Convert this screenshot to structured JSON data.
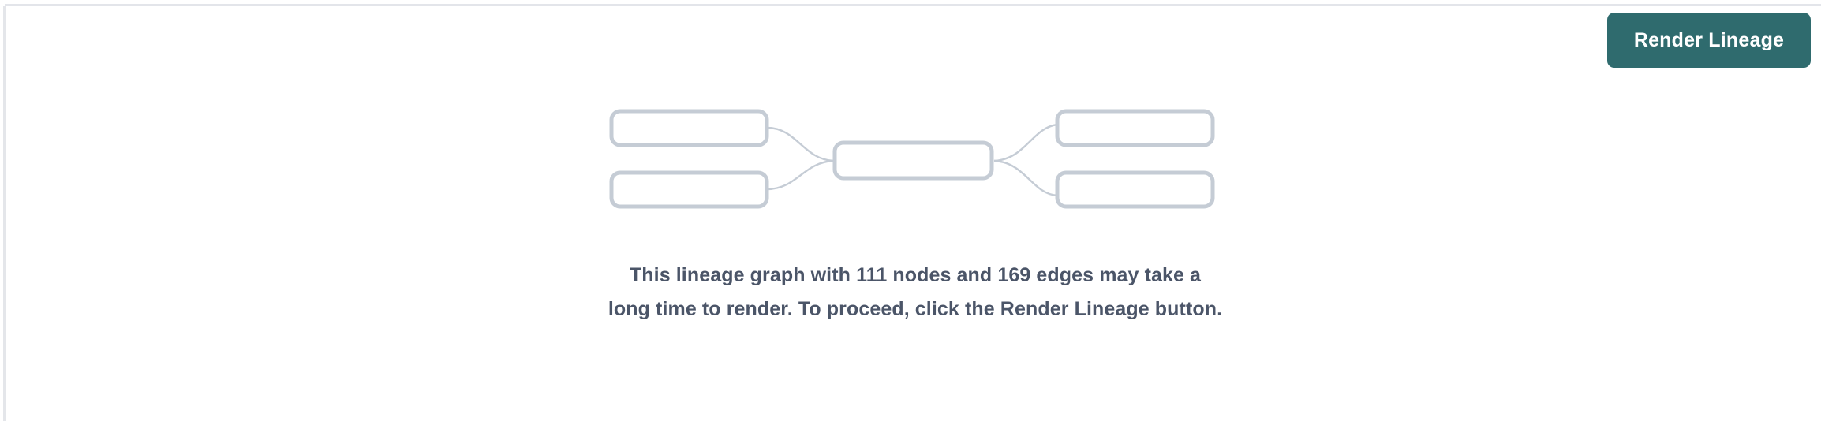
{
  "panel": {
    "background_color": "#ffffff",
    "border_color": "#e3e5ea"
  },
  "toolbar": {
    "render_button_label": "Render Lineage",
    "render_button_color": "#2f6b6e",
    "render_button_text_color": "#ffffff"
  },
  "placeholder_graph": {
    "node_border_color": "#c5ccd5",
    "edge_color": "#c5ccd5",
    "nodes": [
      {
        "id": "left-top",
        "label": ""
      },
      {
        "id": "left-bottom",
        "label": ""
      },
      {
        "id": "center",
        "label": ""
      },
      {
        "id": "right-top",
        "label": ""
      },
      {
        "id": "right-bottom",
        "label": ""
      }
    ],
    "edges": [
      {
        "from": "left-top",
        "to": "center"
      },
      {
        "from": "left-bottom",
        "to": "center"
      },
      {
        "from": "center",
        "to": "right-top"
      },
      {
        "from": "center",
        "to": "right-bottom"
      }
    ]
  },
  "message": {
    "text": "This lineage graph with 111 nodes and 169 edges may take a long time to render. To proceed, click the Render Lineage button.",
    "node_count": 111,
    "edge_count": 169,
    "text_color": "#4b5568"
  }
}
